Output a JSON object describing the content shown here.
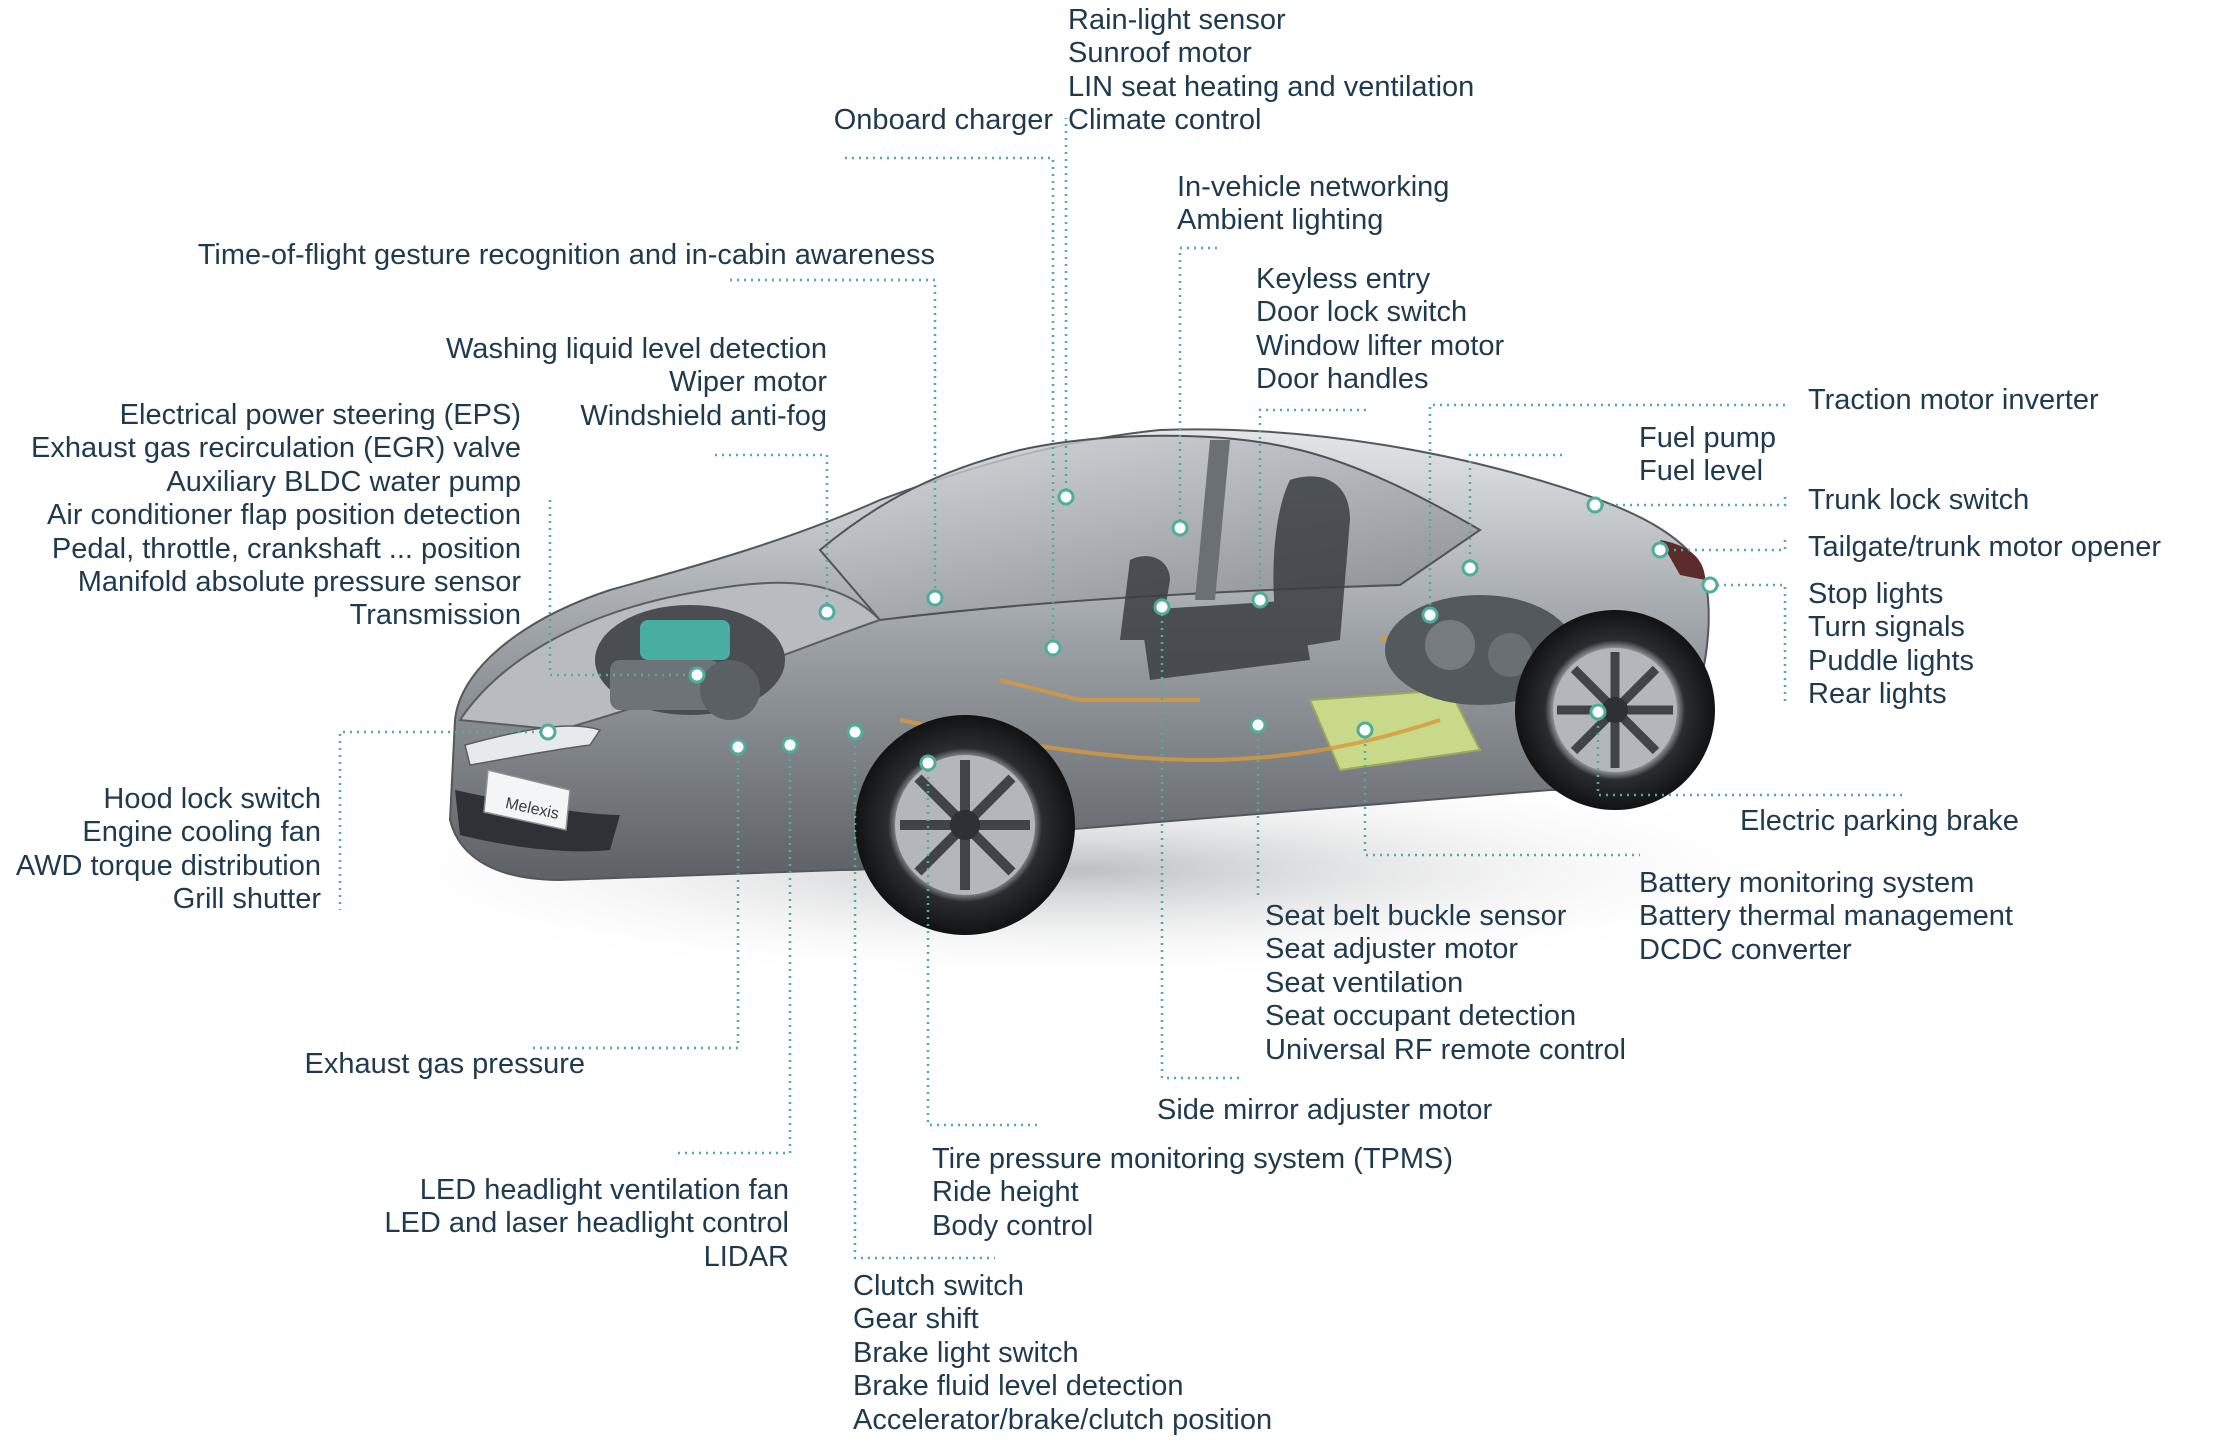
{
  "colors": {
    "text": "#1f3a4f",
    "leader": "#4fae9b",
    "car_body": "#8a8f95",
    "battery": "#c9d98a",
    "wiring": "#d99a3a"
  },
  "car_badge": "Melexis",
  "groups": {
    "roof_electronics": [
      "Rain-light sensor",
      "Sunroof motor",
      "LIN seat heating and ventilation",
      "Climate control"
    ],
    "onboard_charger": [
      "Onboard charger"
    ],
    "networking": [
      "In-vehicle networking",
      "Ambient lighting"
    ],
    "tof": [
      "Time-of-flight gesture recognition and in-cabin awareness"
    ],
    "door": [
      "Keyless entry",
      "Door lock switch",
      "Window lifter motor",
      "Door handles"
    ],
    "washer": [
      "Washing liquid level detection",
      "Wiper motor",
      "Windshield anti-fog"
    ],
    "traction": [
      "Traction motor inverter"
    ],
    "fuel": [
      "Fuel pump",
      "Fuel level"
    ],
    "powertrain": [
      "Electrical power steering (EPS)",
      "Exhaust gas recirculation (EGR) valve",
      "Auxiliary BLDC water pump",
      "Air conditioner flap position detection",
      "Pedal, throttle,  crankshaft ... position",
      "Manifold absolute pressure sensor",
      "Transmission"
    ],
    "trunk_lock": [
      "Trunk lock switch"
    ],
    "tailgate": [
      "Tailgate/trunk motor opener"
    ],
    "rear_lights": [
      "Stop lights",
      "Turn signals",
      "Puddle lights",
      "Rear lights"
    ],
    "hood": [
      "Hood lock switch",
      "Engine cooling fan",
      "AWD torque distribution",
      "Grill shutter"
    ],
    "parking_brake": [
      "Electric parking brake"
    ],
    "battery": [
      "Battery monitoring system",
      "Battery thermal management",
      "DCDC converter"
    ],
    "seat": [
      "Seat belt buckle sensor",
      "Seat adjuster motor",
      "Seat ventilation",
      "Seat occupant detection",
      "Universal RF remote control"
    ],
    "exhaust": [
      "Exhaust gas pressure"
    ],
    "mirror": [
      "Side mirror adjuster motor"
    ],
    "tpms": [
      "Tire pressure monitoring system (TPMS)",
      "Ride height",
      "Body control"
    ],
    "headlight": [
      "LED headlight ventilation fan",
      "LED and laser headlight control",
      "LIDAR"
    ],
    "pedals": [
      "Clutch switch",
      "Gear shift",
      "Brake light switch",
      "Brake fluid level detection",
      "Accelerator/brake/clutch position"
    ]
  }
}
